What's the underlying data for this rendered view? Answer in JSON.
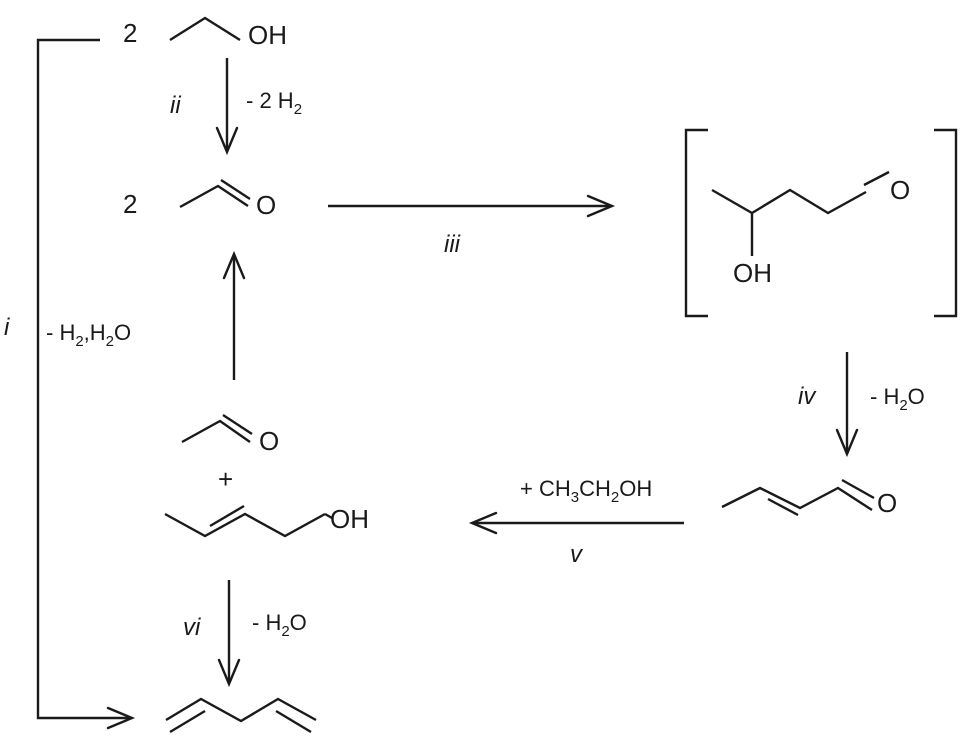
{
  "ethanol": {
    "coef": "2",
    "group": "OH"
  },
  "acetaldehyde": {
    "coef": "2",
    "o": "O"
  },
  "aldol": {
    "o": "O",
    "oh": "OH"
  },
  "crotonaldehyde": {
    "o": "O"
  },
  "acetaldehyde_product": {
    "o": "O",
    "plus": "+"
  },
  "crotyl_alcohol": {
    "oh": "OH"
  },
  "steps": {
    "i": {
      "label": "i",
      "cond_a": "- H",
      "sub_a": "2",
      "cond_b": ",H",
      "sub_b": "2",
      "cond_c": "O"
    },
    "ii": {
      "label": "ii",
      "cond_a": "- 2 H",
      "sub_a": "2"
    },
    "iii": {
      "label": "iii"
    },
    "iv": {
      "label": "iv",
      "cond_a": "- H",
      "sub_a": "2",
      "cond_b": "O"
    },
    "v": {
      "label": "v",
      "cond_a": "+ CH",
      "sub_a": "3",
      "cond_b": "CH",
      "sub_b": "2",
      "cond_c": "OH"
    },
    "vi": {
      "label": "vi",
      "cond_a": "- H",
      "sub_a": "2",
      "cond_b": "O"
    }
  }
}
